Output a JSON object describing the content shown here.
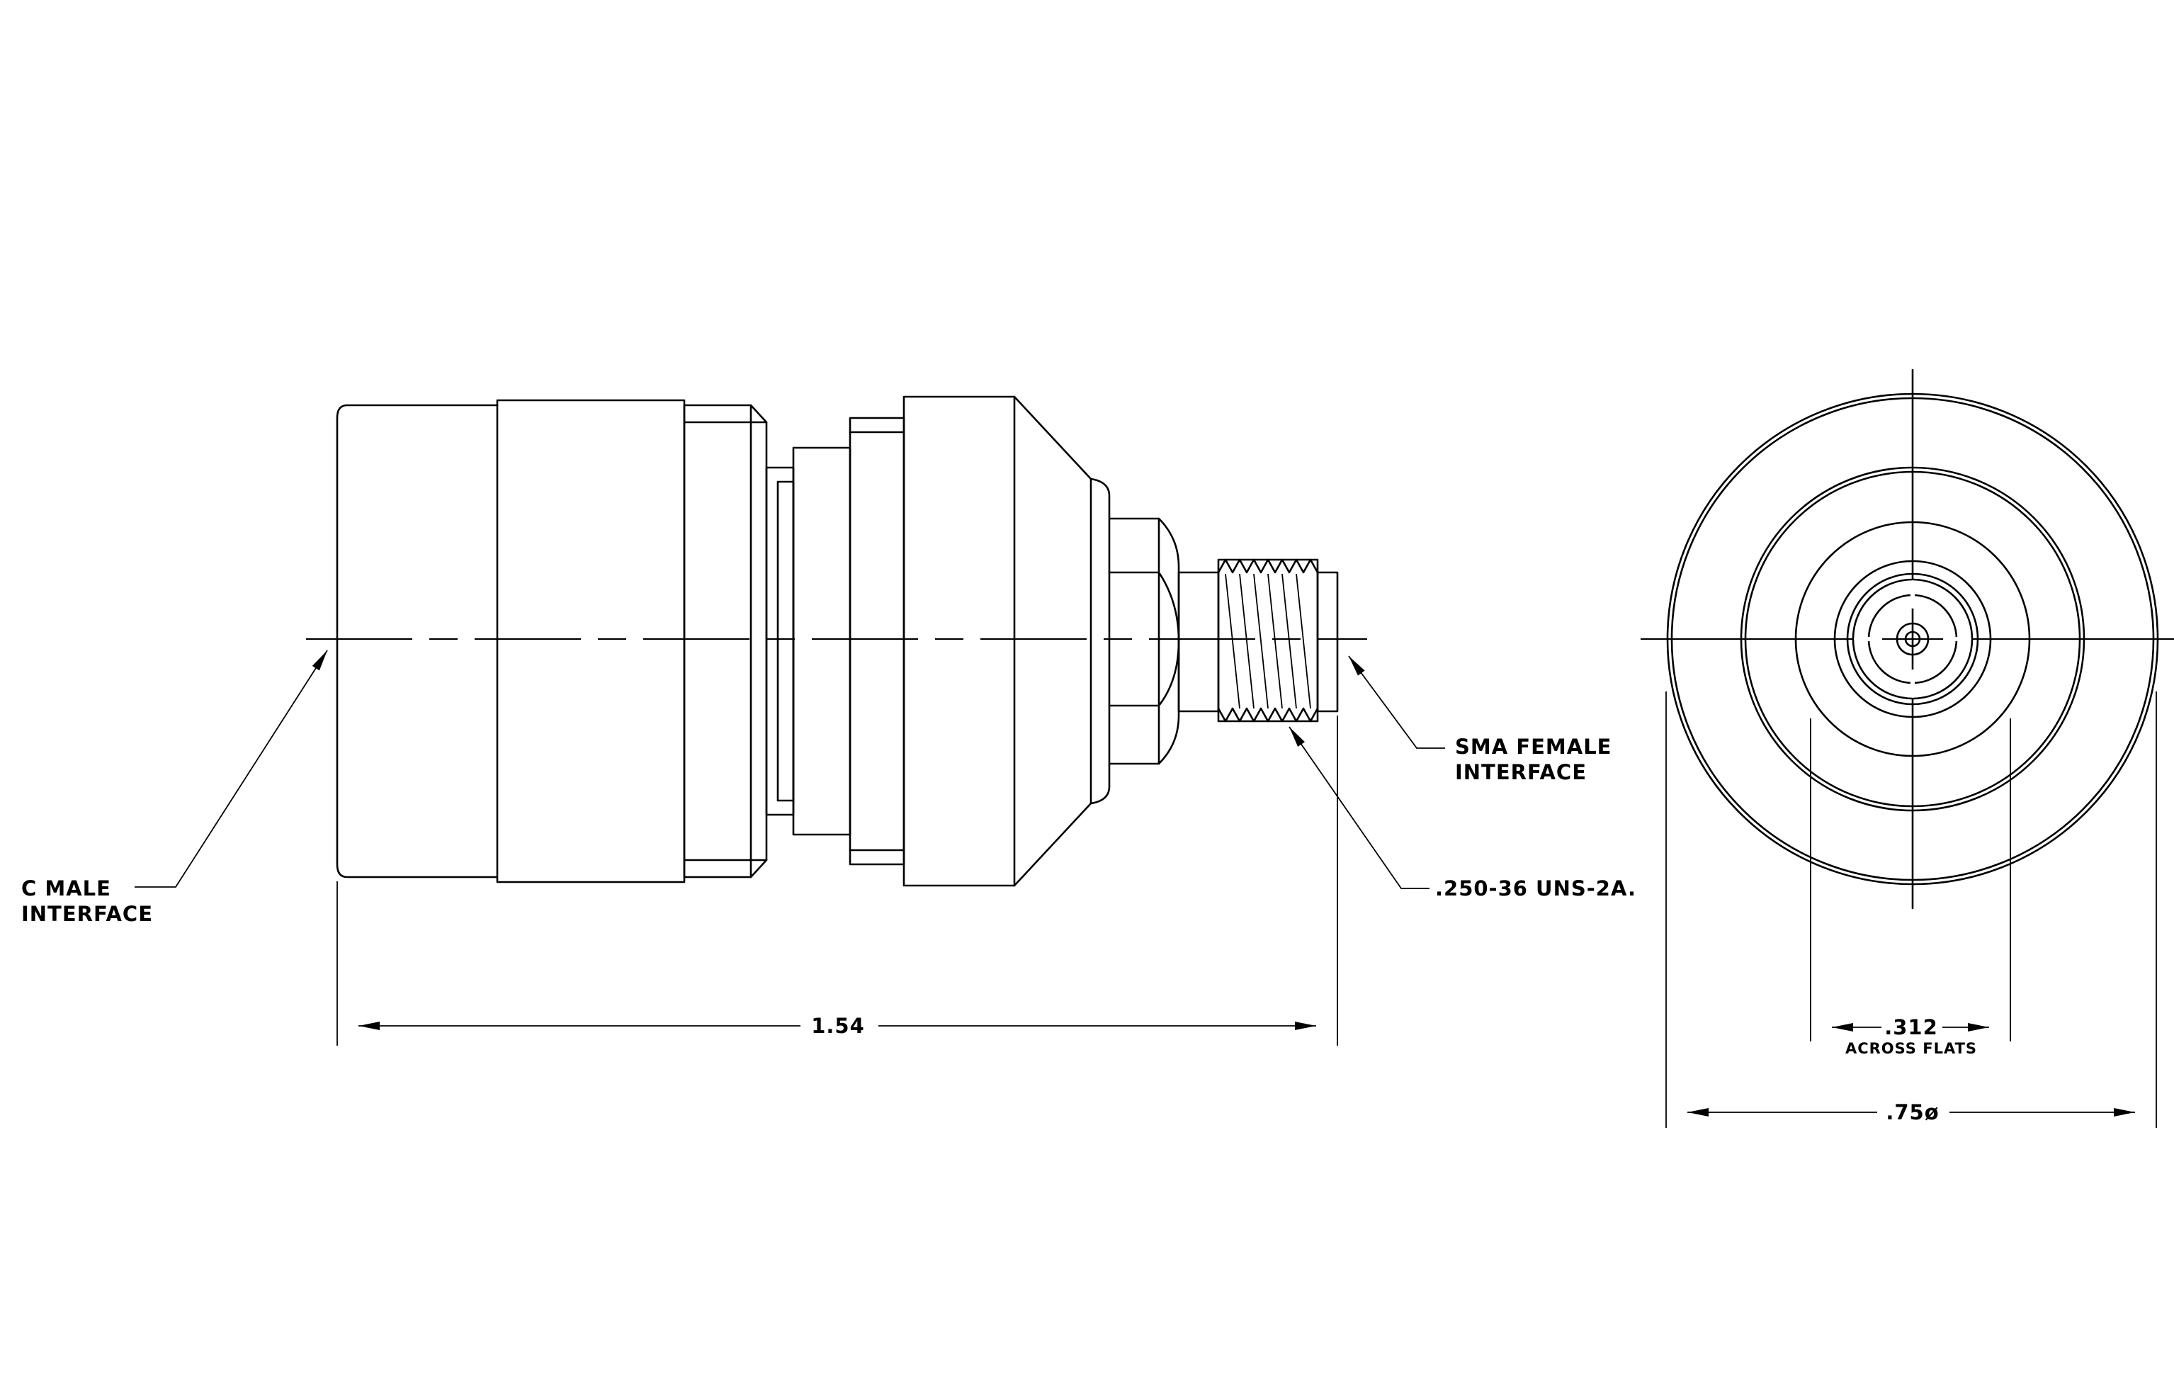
{
  "labels": {
    "c_male": [
      "C MALE",
      "INTERFACE"
    ],
    "sma_female": [
      "SMA FEMALE",
      "INTERFACE"
    ],
    "thread": ".250-36 UNS-2A."
  },
  "dimensions": {
    "overall_length": "1.54",
    "across_flats_value": ".312",
    "across_flats_note": "ACROSS FLATS",
    "diameter": ".75ø"
  }
}
